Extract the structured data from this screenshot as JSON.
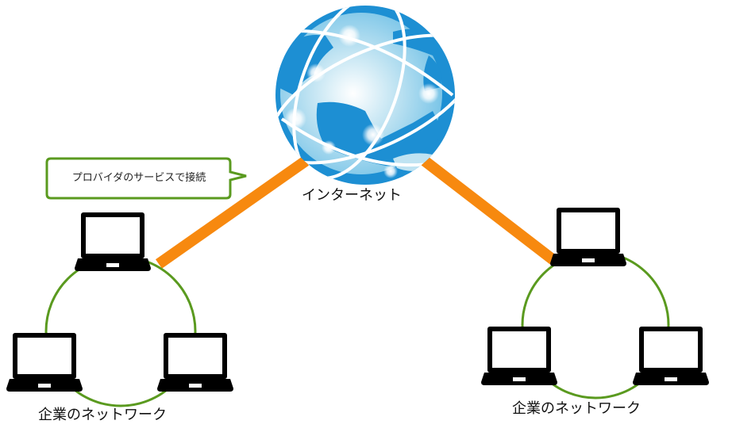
{
  "globe": {
    "label": "インターネット"
  },
  "callout": {
    "text": "プロバイダのサービスで接続"
  },
  "networks": [
    {
      "label": "企業のネットワーク"
    },
    {
      "label": "企業のネットワーク"
    }
  ],
  "colors": {
    "link": "#f7890f",
    "ring": "#5a9a1f",
    "ocean": "#1d8fd3",
    "laptop": "#000000"
  }
}
